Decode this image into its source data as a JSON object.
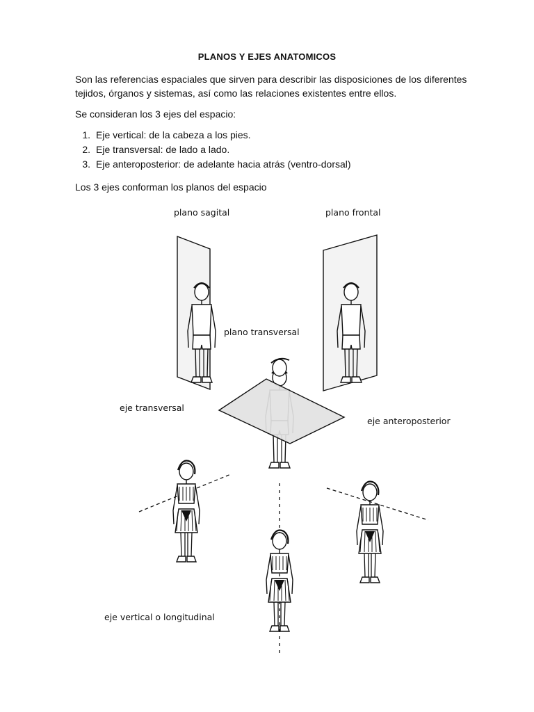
{
  "document": {
    "title": "PLANOS Y EJES ANATOMICOS",
    "intro": "Son las referencias espaciales que sirven para describir las disposiciones de los diferentes tejidos, órganos y sistemas, así como las relaciones existentes entre ellos.",
    "axes_intro": "Se consideran los 3 ejes del espacio:",
    "axes": [
      {
        "number": "1.",
        "text": "Eje vertical: de la cabeza a los pies."
      },
      {
        "number": "2.",
        "text": "Eje transversal: de lado a lado."
      },
      {
        "number": "3.",
        "text": "Eje anteroposterior: de adelante hacia atrás (ventro-dorsal)"
      }
    ],
    "planes_intro": "Los 3 ejes conforman los planos del espacio"
  },
  "figure": {
    "labels": {
      "sagittal": "plano sagital",
      "frontal": "plano frontal",
      "transverse_plane": "plano transversal",
      "transverse_axis": "eje transversal",
      "anteroposterior_axis": "eje anteroposterior",
      "vertical_axis": "eje vertical o longitudinal"
    }
  }
}
